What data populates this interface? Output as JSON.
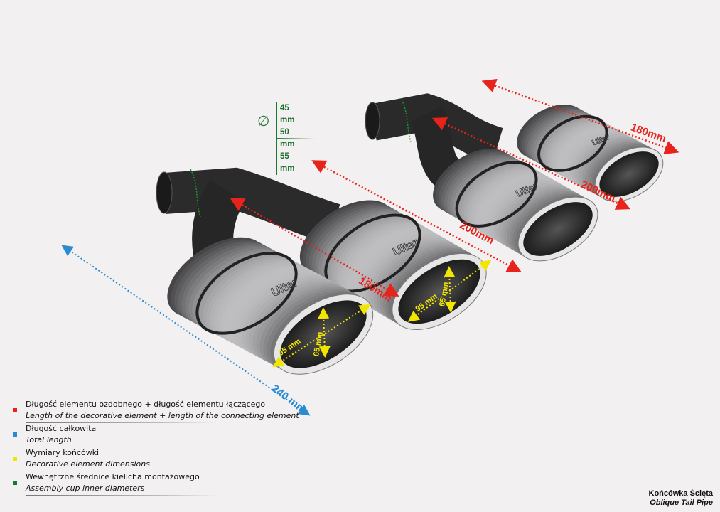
{
  "colors": {
    "red": "#e8231c",
    "blue": "#2b8bd0",
    "yellow": "#f2e600",
    "green": "#1a7a2a",
    "background": "#f2f0f1"
  },
  "title": {
    "pl": "Końcówka Ścięta",
    "en": "Oblique Tail Pipe"
  },
  "diameter": {
    "symbol": "∅",
    "values": [
      "45 mm",
      "50 mm",
      "55 mm"
    ]
  },
  "dimensions": {
    "red_left": "180mm",
    "red_mid_left": "200mm",
    "red_mid_right": "200mm",
    "red_right": "180mm",
    "blue_total": "240 mm",
    "tip_width": "95 mm",
    "tip_height": "65 mm"
  },
  "brand": "Ulter",
  "legend": [
    {
      "color": "#e8231c",
      "pl": "Długość elementu ozdobnego  + długość elementu łączącego",
      "en": "Length of the decorative element  + length of the connecting element"
    },
    {
      "color": "#2b8bd0",
      "pl": "Długość całkowita",
      "en": "Total length"
    },
    {
      "color": "#f2e600",
      "pl": "Wymiary końcówki",
      "en": "Decorative element dimensions"
    },
    {
      "color": "#1a7a2a",
      "pl": "Wewnętrzne średnice kielicha montażowego",
      "en": "Assembly cup inner diameters"
    }
  ]
}
